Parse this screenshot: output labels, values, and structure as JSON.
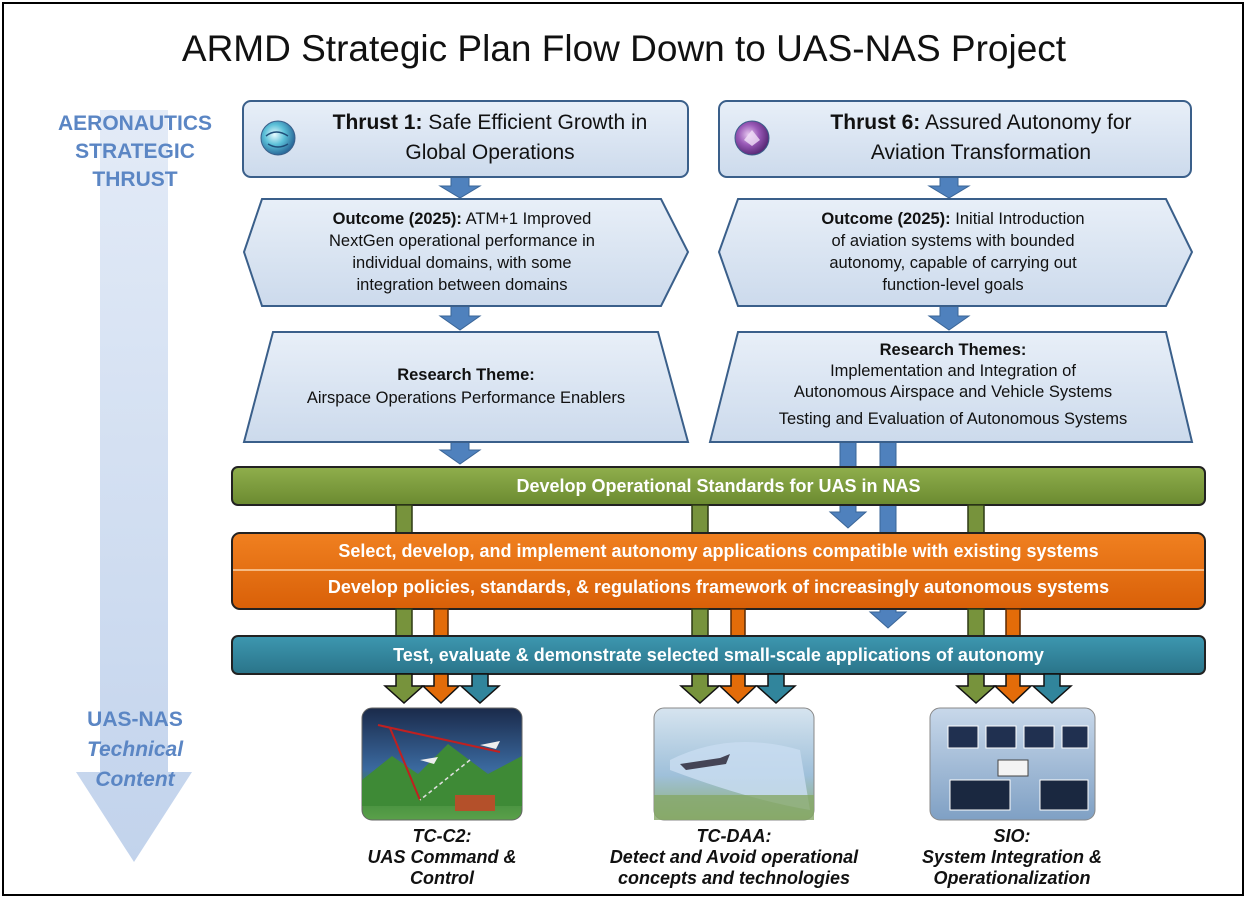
{
  "title": "ARMD Strategic Plan Flow Down to UAS-NAS Project",
  "left_axis": {
    "top": [
      "AERONAUTICS",
      "STRATEGIC",
      "THRUST"
    ],
    "bottom_title": "UAS-NAS",
    "bottom_sub": [
      "Technical",
      "Content"
    ]
  },
  "thrust1": {
    "bold": "Thrust 1:",
    "text_a": " Safe Efficient Growth in",
    "text_b": "Global Operations",
    "icon": "globe-icon"
  },
  "thrust6": {
    "bold": "Thrust 6:",
    "text_a": " Assured Autonomy for",
    "text_b": "Aviation Transformation",
    "icon": "autonomy-icon"
  },
  "outcome1": {
    "bold": "Outcome (2025):",
    "lines": [
      " ATM+1 Improved",
      "NextGen operational performance in",
      "individual domains, with some",
      "integration between domains"
    ]
  },
  "outcome6": {
    "bold": "Outcome (2025):",
    "lines": [
      " Initial Introduction",
      "of aviation systems with bounded",
      "autonomy, capable of carrying out",
      "function-level goals"
    ]
  },
  "theme1": {
    "heading": "Research Theme:",
    "text": "Airspace Operations Performance Enablers"
  },
  "theme6": {
    "heading": "Research Themes:",
    "lines": [
      "Implementation and Integration of",
      "Autonomous Airspace and Vehicle Systems"
    ],
    "line3": "Testing and Evaluation of Autonomous Systems"
  },
  "bands": {
    "green": "Develop Operational Standards for UAS in NAS",
    "orange1": "Select, develop, and implement autonomy applications compatible with existing systems",
    "orange2": "Develop policies, standards, & regulations framework of increasingly autonomous systems",
    "teal": "Test, evaluate & demonstrate selected small-scale applications of autonomy"
  },
  "outputs": [
    {
      "code": "TC-C2:",
      "line1": "UAS Command &",
      "line2": "Control"
    },
    {
      "code": "TC-DAA:",
      "line1": "Detect and Avoid operational",
      "line2": "concepts and technologies"
    },
    {
      "code": "SIO:",
      "line1": "System Integration &",
      "line2": "Operationalization"
    }
  ],
  "colors": {
    "green": "#77933c",
    "orange": "#e36c09",
    "teal": "#31859c",
    "blue_arrow": "#4f81bd",
    "box_fill": "#dce6f2",
    "box_border": "#3a5f8a",
    "left_text": "#5b86c4"
  }
}
